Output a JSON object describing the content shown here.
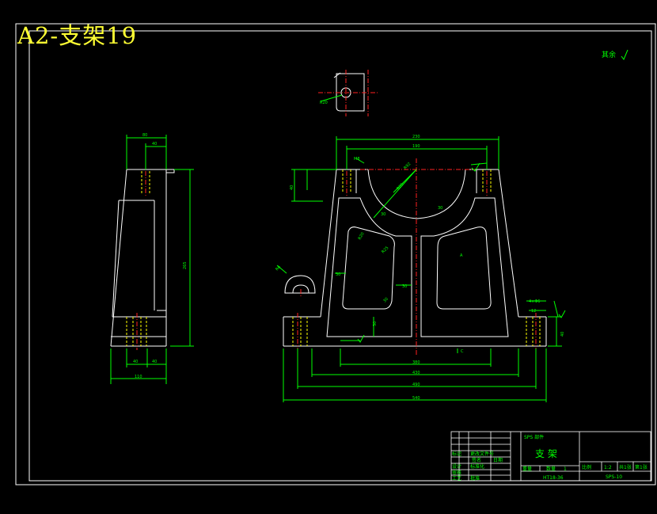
{
  "sheet": {
    "title": "A2-支架19",
    "surface_finish_note": "其余",
    "colors": {
      "background": "#000000",
      "outline": "#ffffff",
      "dimension": "#00ff00",
      "centerline": "#ff2020",
      "hidden": "#ffff00",
      "title": "#ffff33"
    }
  },
  "dims": {
    "side_view": {
      "top_overall": "80",
      "top_half": "40",
      "height": "265",
      "bottom_left": "40",
      "bottom_right": "40",
      "bottom_overall": "110"
    },
    "front_view": {
      "top_230": "230",
      "top_190": "190",
      "hole_top": "M8",
      "hole_depth": "40",
      "arc_r1": "R92",
      "arc_r2": "R85",
      "angle_30_a": "30",
      "angle_30_b": "30",
      "r20": "R20",
      "r25": "R25",
      "dim_30_left": "30",
      "dim_30_mid": "30",
      "dim_30_right": "30",
      "dim_30_bottom": "30",
      "left_r": "R6",
      "right_small": "4×Φ6",
      "right_40": "40",
      "right_12": "12",
      "label_a": "A",
      "label_c": "C",
      "bottom_380": "380",
      "bottom_430": "430",
      "bottom_490": "490",
      "bottom_540": "540"
    },
    "detail_view": {
      "radius": "R20"
    }
  },
  "title_block": {
    "designation_small": "SPS 部件",
    "part_name": "支  架",
    "material": "HT18-36",
    "drawing_no": "SPS-10",
    "scale_label": "比例",
    "scale_value": "1:2",
    "sheet_label": "共1张",
    "sheet_label_2": "第1张",
    "weight_label": "重量",
    "qty_label": "数量",
    "qty_value": "1",
    "design_label": "设计",
    "check_label": "审核",
    "approve_label": "批准",
    "standard_label": "标准化",
    "date_label": "日期",
    "sign_label": "签名",
    "mark_label": "标记",
    "change_label": "更改文件号",
    "craft_label": "工艺"
  }
}
